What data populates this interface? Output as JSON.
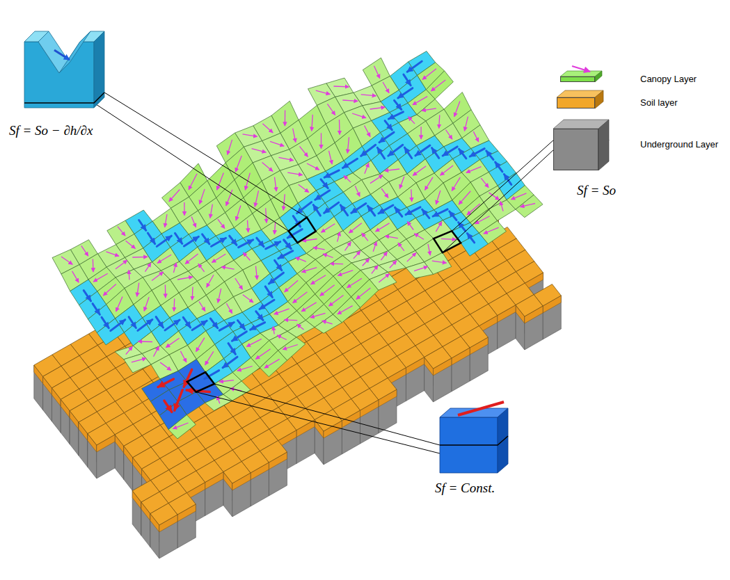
{
  "diagram": {
    "labels": [
      "Sf = So − ∂h/∂x",
      "Sf = So",
      "Sf = Const."
    ],
    "legend": [
      {
        "text": "Canopy Layer",
        "color": "#7ee04a"
      },
      {
        "text": "Soil layer",
        "color": "#f2a72a"
      },
      {
        "text": "Underground Layer",
        "color": "#8a8a8a"
      }
    ]
  }
}
